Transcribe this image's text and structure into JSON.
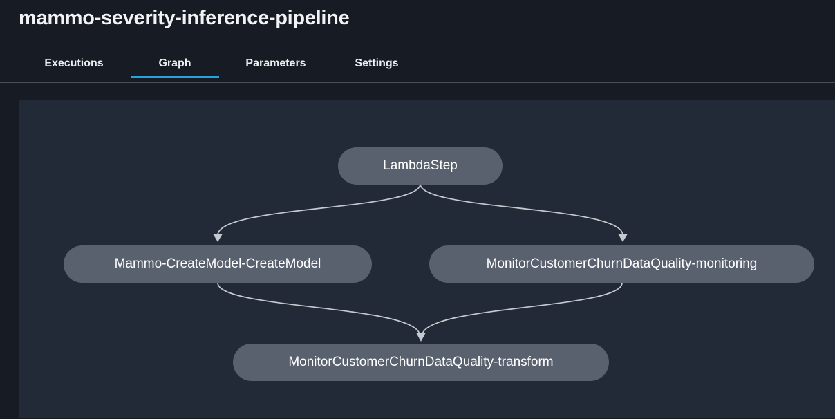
{
  "page": {
    "title": "mammo-severity-inference-pipeline"
  },
  "tabs": [
    {
      "label": "Executions",
      "active": false
    },
    {
      "label": "Graph",
      "active": true
    },
    {
      "label": "Parameters",
      "active": false
    },
    {
      "label": "Settings",
      "active": false
    }
  ],
  "graph": {
    "nodes": [
      {
        "id": "lambda",
        "label": "LambdaStep"
      },
      {
        "id": "createmodel",
        "label": "Mammo-CreateModel-CreateModel"
      },
      {
        "id": "monitoring",
        "label": "MonitorCustomerChurnDataQuality-monitoring"
      },
      {
        "id": "transform",
        "label": "MonitorCustomerChurnDataQuality-transform"
      }
    ],
    "edges": [
      {
        "from": "LambdaStep",
        "to": "Mammo-CreateModel-CreateModel"
      },
      {
        "from": "LambdaStep",
        "to": "MonitorCustomerChurnDataQuality-monitoring"
      },
      {
        "from": "Mammo-CreateModel-CreateModel",
        "to": "MonitorCustomerChurnDataQuality-transform"
      },
      {
        "from": "MonitorCustomerChurnDataQuality-monitoring",
        "to": "MonitorCustomerChurnDataQuality-transform"
      }
    ]
  },
  "colors": {
    "accent": "#2ba0da",
    "page_bg": "#171b24",
    "panel_bg": "#212a36",
    "node_bg": "#59616e",
    "node_text": "#ffffff",
    "edge": "#c6cad0",
    "title_text": "#f2f3f5",
    "tab_text": "#eceef0",
    "divider": "#4a4f58"
  }
}
